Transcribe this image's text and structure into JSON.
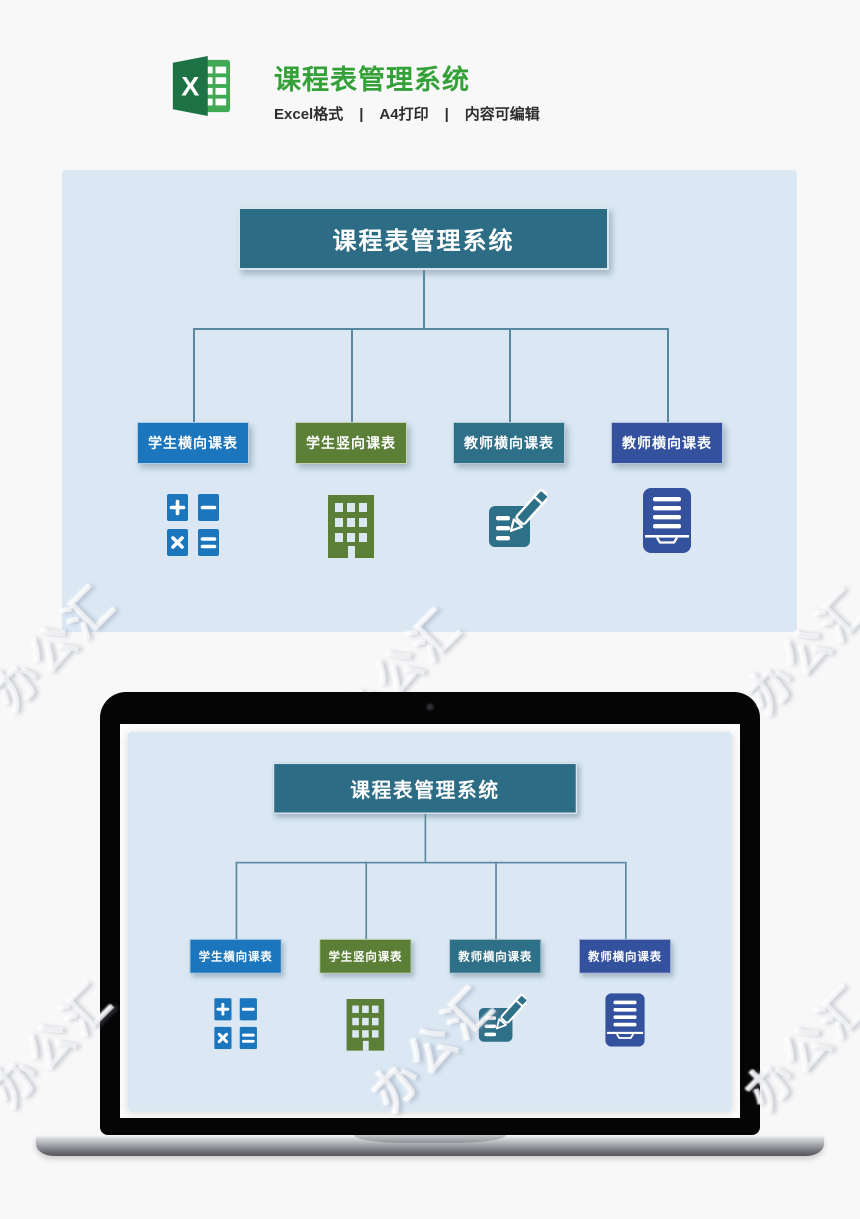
{
  "header": {
    "title": "课程表管理系统",
    "title_color": "#34a138",
    "subtitle_parts": [
      "Excel格式",
      "A4打印",
      "内容可编辑"
    ],
    "separator": "|",
    "app_icon": "excel-icon",
    "excel_icon_colors": {
      "cover": "#1d7346",
      "sheet": "#41a954"
    }
  },
  "watermark": {
    "text": "办公汇"
  },
  "diagram": {
    "panel_bg": "#dbe8f4",
    "line_color": "#5a87a0",
    "root": {
      "label": "课程表管理系统",
      "color": "#2d6c85"
    },
    "children": [
      {
        "label": "学生横向课表",
        "color": "#1b76bd",
        "icon": "calculator-icon"
      },
      {
        "label": "学生竖向课表",
        "color": "#5b7f37",
        "icon": "building-icon"
      },
      {
        "label": "教师横向课表",
        "color": "#2f7089",
        "icon": "document-pen-icon"
      },
      {
        "label": "教师横向课表",
        "color": "#33519d",
        "icon": "card-list-icon"
      }
    ]
  },
  "laptop": {
    "bezel_color": "#050505",
    "screen_bg": "#fcfcfd"
  }
}
